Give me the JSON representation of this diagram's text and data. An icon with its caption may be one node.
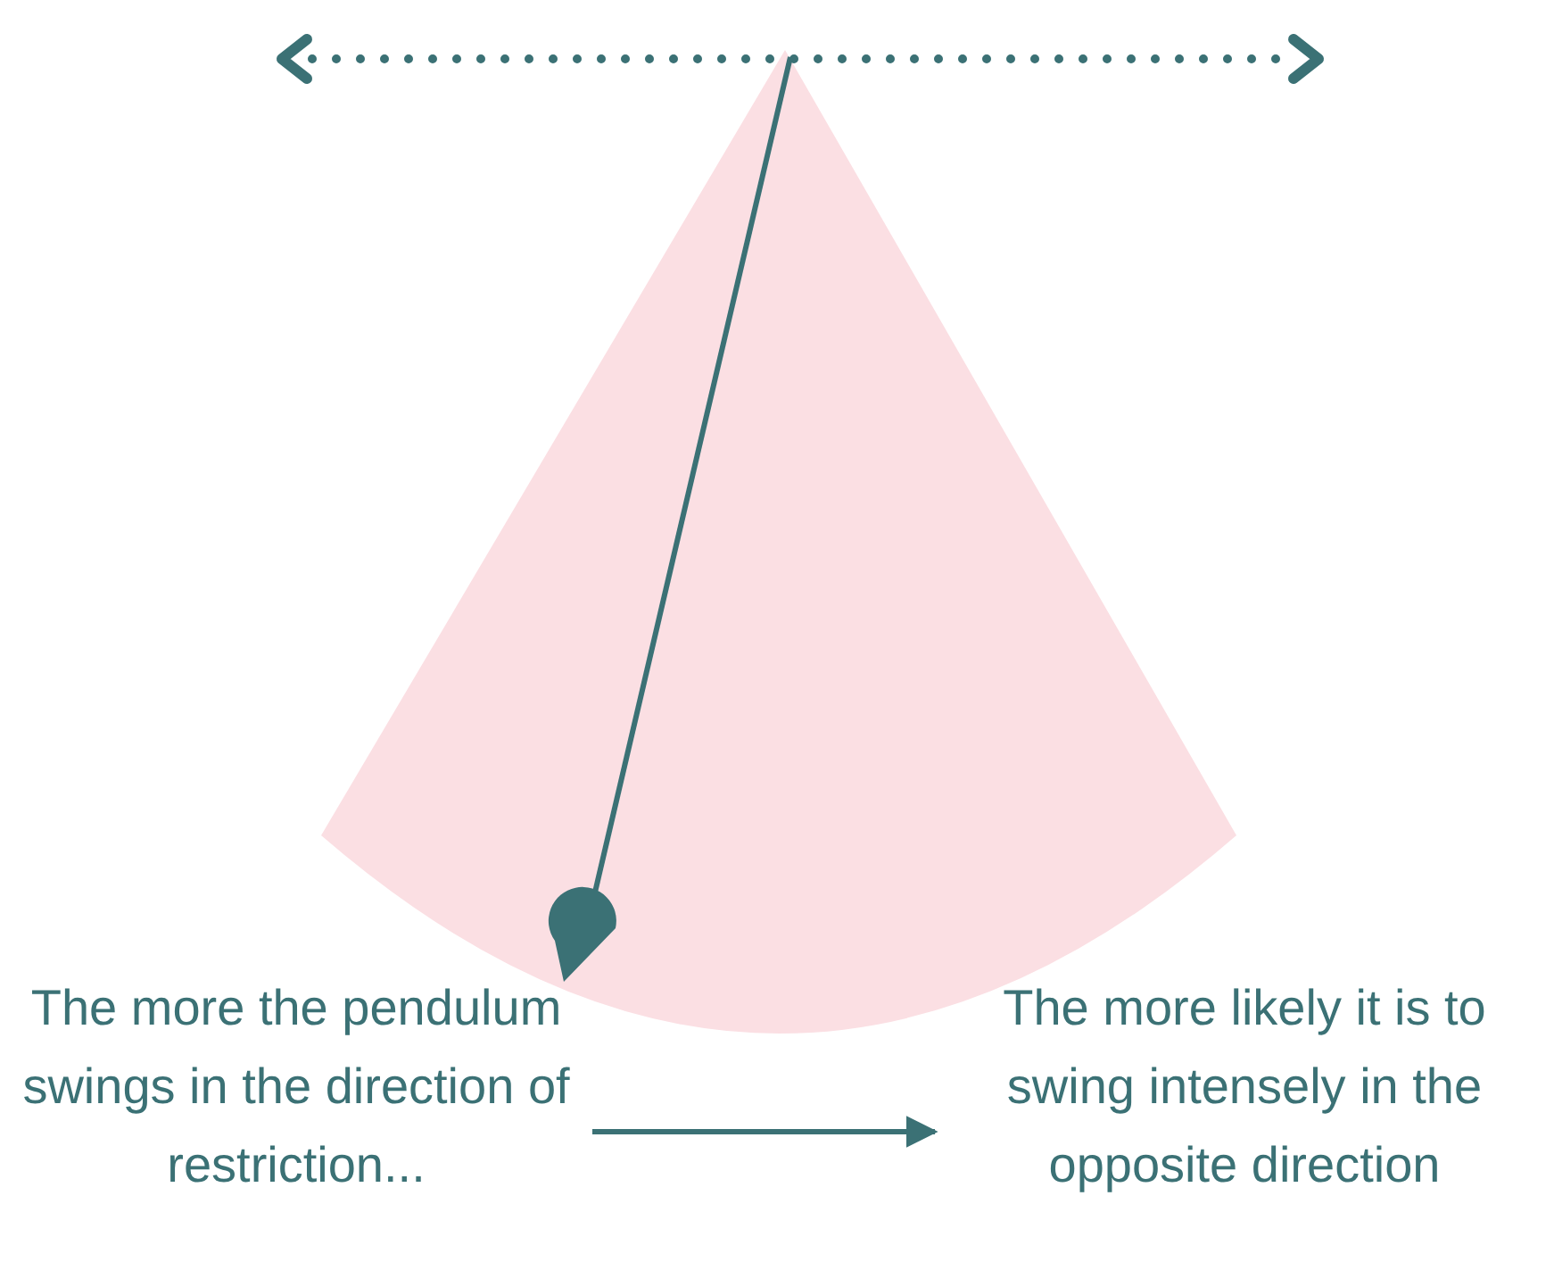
{
  "diagram": {
    "nodes": [
      {
        "text": [
          "The more the pendulum swings in the direction of restriction..."
        ]
      },
      {
        "text": [
          "The more likely it is to swing intensely in the opposite direction"
        ]
      }
    ],
    "edges": [
      {
        "from": 0,
        "to": 1,
        "arrow": "to"
      }
    ]
  }
}
